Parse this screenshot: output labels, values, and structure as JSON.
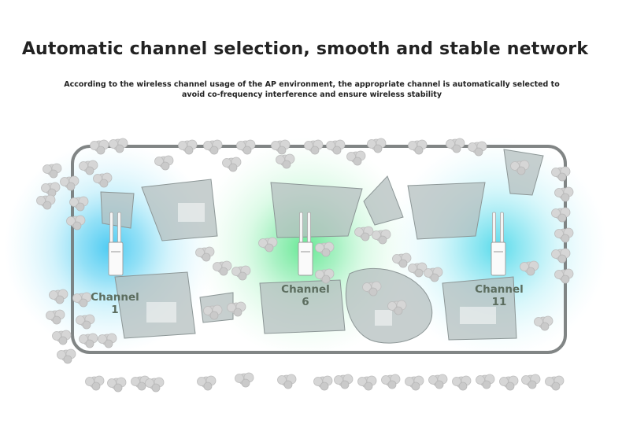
{
  "heading": {
    "title": "Automatic channel selection, smooth and stable network",
    "description": "According to the wireless channel usage of the AP environment, the appropriate channel is automatically selected to avoid co-frequency interference and ensure wireless stability"
  },
  "access_points": [
    {
      "label": "Channel",
      "number": "1",
      "coverage_color": "#3cc6ee"
    },
    {
      "label": "Channel",
      "number": "6",
      "coverage_color": "#3ee27e"
    },
    {
      "label": "Channel",
      "number": "11",
      "coverage_color": "#35d6e6"
    }
  ],
  "colors": {
    "title": "#222222",
    "label": "#5c6d5f",
    "tree": "#cfcfcf",
    "building": "#b8c2c2",
    "road_outline": "#6f7474"
  },
  "icons": [
    "access-point-device-icon",
    "tree-icon",
    "building-icon"
  ]
}
